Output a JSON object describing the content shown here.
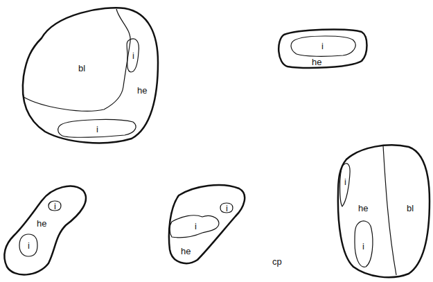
{
  "diagram": {
    "nodes": [
      {
        "text": [
          "bl",
          "he"
        ]
      },
      {
        "text": [
          "i"
        ],
        "in": 0
      },
      {
        "text": [
          "i"
        ],
        "in": 0
      },
      {
        "text": [
          "he"
        ]
      },
      {
        "text": [
          "i"
        ],
        "in": 3
      },
      {
        "text": [
          "he"
        ]
      },
      {
        "text": [
          "i"
        ],
        "in": 5
      },
      {
        "text": [
          "i"
        ],
        "in": 5
      },
      {
        "text": [
          "he"
        ]
      },
      {
        "text": [
          "i"
        ],
        "in": 8
      },
      {
        "text": [
          "i"
        ],
        "in": 8
      },
      {
        "text": [
          "he",
          "bl"
        ]
      },
      {
        "text": [
          "i"
        ],
        "in": 11
      },
      {
        "text": [
          "i"
        ],
        "in": 11
      }
    ],
    "labels": [
      "cp"
    ]
  }
}
